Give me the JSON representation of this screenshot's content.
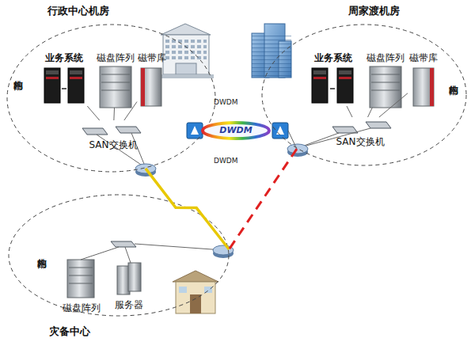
{
  "diagram": {
    "nodes": [
      {
        "text": [
          "行政中心机房",
          "内部结构"
        ]
      },
      {
        "text": [
          "业务系统"
        ],
        "in": 0
      },
      {
        "text": [
          "磁盘阵列"
        ],
        "in": 0
      },
      {
        "text": [
          "磁带库"
        ],
        "in": 0
      },
      {
        "text": [
          "SAN交换机"
        ],
        "in": 0
      },
      {
        "text": [
          "DWDM"
        ]
      },
      {
        "text": [
          "周家渡机房",
          "内部结构"
        ]
      },
      {
        "text": [
          "业务系统"
        ],
        "in": 6
      },
      {
        "text": [
          "磁盘阵列"
        ],
        "in": 6
      },
      {
        "text": [
          "磁带库"
        ],
        "in": 6
      },
      {
        "text": [
          "SAN交换机"
        ],
        "in": 6
      },
      {
        "text": [
          "灾备中心",
          "内部结构"
        ]
      },
      {
        "text": [
          "磁盘阵列"
        ],
        "in": 11
      },
      {
        "text": [
          "服务器"
        ],
        "in": 11
      }
    ],
    "edges": [
      {
        "from": 1,
        "to": 4,
        "arrow": "none"
      },
      {
        "from": 2,
        "to": 4,
        "arrow": "none"
      },
      {
        "from": 3,
        "to": 4,
        "arrow": "none"
      },
      {
        "from": 7,
        "to": 10,
        "arrow": "none"
      },
      {
        "from": 8,
        "to": 10,
        "arrow": "none"
      },
      {
        "from": 9,
        "to": 10,
        "arrow": "none"
      },
      {
        "from": 5,
        "to": 6,
        "arrow": "none"
      },
      {
        "from": 0,
        "to": 11,
        "arrow": "none"
      },
      {
        "from": 6,
        "to": 11,
        "arrow": "none"
      }
    ],
    "labels": [
      "DWDM",
      "DWDM"
    ]
  }
}
